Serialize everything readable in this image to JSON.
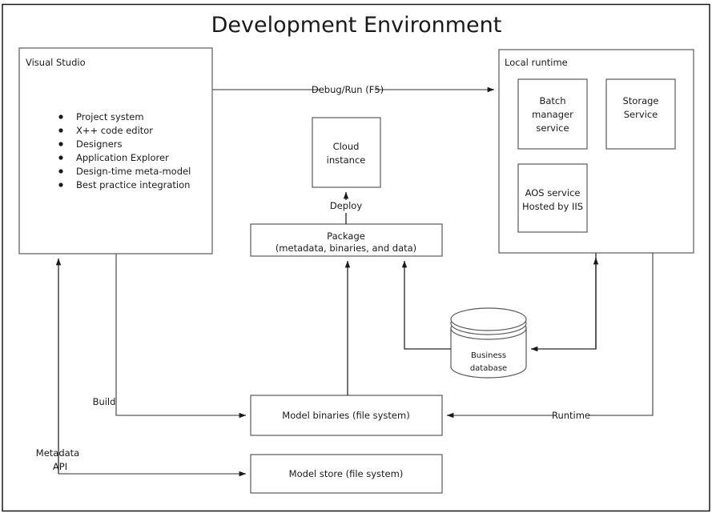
{
  "title": "Development Environment",
  "outer_frame": {
    "name": "diagram-frame"
  },
  "nodes": {
    "visual_studio": {
      "label": "Visual Studio",
      "bullets": [
        "Project system",
        "X++ code editor",
        "Designers",
        "Application Explorer",
        "Design-time meta-model",
        "Best practice integration"
      ]
    },
    "local_runtime": {
      "label": "Local runtime",
      "children": [
        {
          "key": "batch_manager_service",
          "lines": [
            "Batch",
            "manager",
            "service"
          ]
        },
        {
          "key": "storage_service",
          "lines": [
            "Storage",
            "Service"
          ]
        },
        {
          "key": "aos_service",
          "lines": [
            "AOS service",
            "Hosted by IIS"
          ]
        }
      ]
    },
    "cloud_instance": {
      "lines": [
        "Cloud",
        "instance"
      ]
    },
    "package": {
      "lines": [
        "Package",
        "(metadata, binaries, and data)"
      ]
    },
    "model_binaries": {
      "lines": [
        "Model binaries (file system)"
      ]
    },
    "model_store": {
      "lines": [
        "Model store (file system)"
      ]
    },
    "business_database": {
      "lines": [
        "Business",
        "database"
      ]
    }
  },
  "edges": [
    {
      "key": "debug-run",
      "label": "Debug/Run (F5)",
      "from": "visual-studio",
      "to": "local-runtime"
    },
    {
      "key": "deploy",
      "label": "Deploy",
      "from": "package",
      "to": "cloud-instance"
    },
    {
      "key": "build",
      "label": "Build",
      "from": "visual-studio",
      "to": "model-binaries"
    },
    {
      "key": "metadata-api",
      "label": "Metadata\nAPI",
      "label_line1": "Metadata",
      "label_line2": "API",
      "from": "model-store",
      "to": "visual-studio"
    },
    {
      "key": "runtime",
      "label": "Runtime",
      "from": "local-runtime",
      "to": "model-binaries"
    },
    {
      "key": "binaries-to-package",
      "label": "",
      "from": "model-binaries",
      "to": "package"
    },
    {
      "key": "database-to-package",
      "label": "",
      "from": "business-database",
      "to": "package"
    },
    {
      "key": "runtime-to-database",
      "label": "",
      "from": "local-runtime",
      "to": "business-database"
    }
  ],
  "colors": {
    "background": "#ffffff",
    "box_stroke": "#595959",
    "connector": "#595959",
    "text": "#1a1a1a",
    "frame": "#1a1a1a"
  }
}
